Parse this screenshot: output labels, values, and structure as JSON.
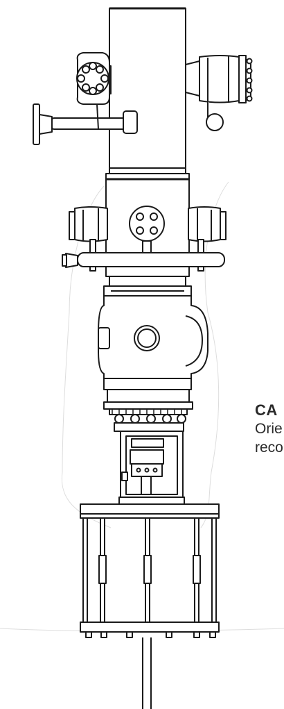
{
  "figure": {
    "ink_color": "#1a1a1a",
    "fill_color": "#ffffff",
    "shadow_line_color": "#d8d8d8",
    "components": [
      "upper-body",
      "flange-valve",
      "side-valve",
      "side-handle",
      "middle-spool",
      "flange-ring",
      "ram-body",
      "bottom-flange",
      "actuator-housing",
      "lower-frame",
      "stem"
    ]
  },
  "caption": {
    "title": "CA",
    "line1": "Orie",
    "line2": "reco"
  }
}
